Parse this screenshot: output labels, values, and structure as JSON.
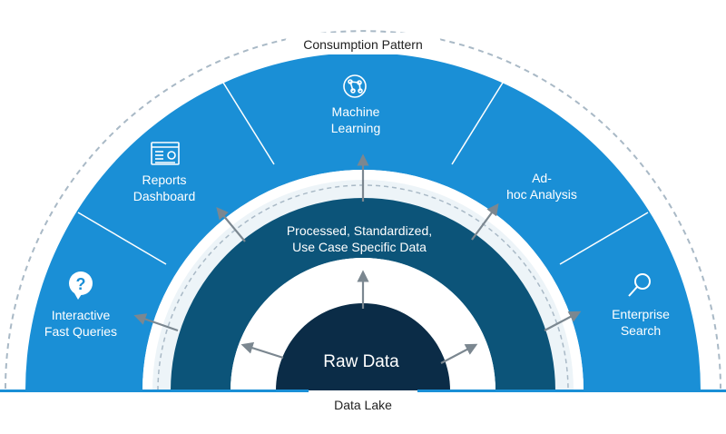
{
  "outer_label": "Consumption Pattern",
  "bottom_label": "Data Lake",
  "segments": {
    "interactive": [
      "Interactive",
      "Fast Queries"
    ],
    "reports": [
      "Reports",
      "Dashboard"
    ],
    "ml": [
      "Machine",
      "Learning"
    ],
    "adhoc": [
      "Ad-",
      "hoc Analysis"
    ],
    "search": [
      "Enterprise",
      "Search"
    ]
  },
  "middle_band": [
    "Processed, Standardized,",
    "Use Case Specific Data"
  ],
  "core": "Raw Data",
  "colors": {
    "outer_ring": "#1a8fd6",
    "middle_band": "#0c5479",
    "core": "#0b2c47",
    "ring_bg": "#edf4f8",
    "dashed": "#a9b9c6",
    "arrow": "#7b8790"
  },
  "icons": {
    "interactive": "question-mark-icon",
    "reports": "dashboard-report-icon",
    "ml": "brain-circuit-icon",
    "search": "magnifier-icon"
  }
}
